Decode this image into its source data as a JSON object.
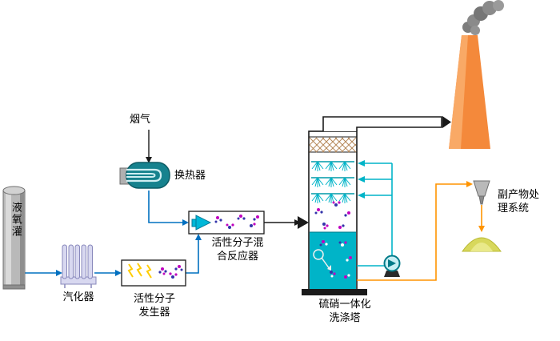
{
  "diagram": {
    "labels": {
      "tank": "液氧灌",
      "vaporizer": "汽化器",
      "flue_gas": "烟气",
      "heat_exchanger": "换热器",
      "generator_line1": "活性分子",
      "generator_line2": "发生器",
      "reactor_line1": "活性分子混",
      "reactor_line2": "合反应器",
      "tower_line1": "硫硝一体化",
      "tower_line2": "洗涤塔",
      "byproduct_line1": "副产物处",
      "byproduct_line2": "理系统"
    },
    "icons": {
      "tank": "liquid-oxygen-tank-icon",
      "vaporizer": "vaporizer-coils-icon",
      "heat_exchanger": "heat-exchanger-coil-icon",
      "generator": "active-molecule-generator-icon",
      "reactor": "mixing-reactor-icon",
      "tower": "scrubber-tower-icon",
      "pump": "circulation-pump-icon",
      "chimney": "smokestack-icon",
      "smoke": "smoke-plume-icon",
      "hopper": "byproduct-hopper-icon",
      "pile": "byproduct-pile-icon"
    },
    "colors": {
      "flow_blue": "#0070c0",
      "line_black": "#1a1a1a",
      "circulation_cyan": "#00b4c8",
      "byproduct_orange": "#ff9400",
      "chimney_orange": "#f4893b",
      "smoke_gray": "#7d7d7d",
      "exchanger_teal": "#16828e",
      "liquid_cyan": "#00b4c8",
      "pile_yellow": "#d8d85c",
      "molecule_magenta": "#bf00bf",
      "molecule_blue": "#3333aa",
      "spark_yellow": "#ffcc00",
      "hatch_brown": "#b5895a"
    }
  }
}
